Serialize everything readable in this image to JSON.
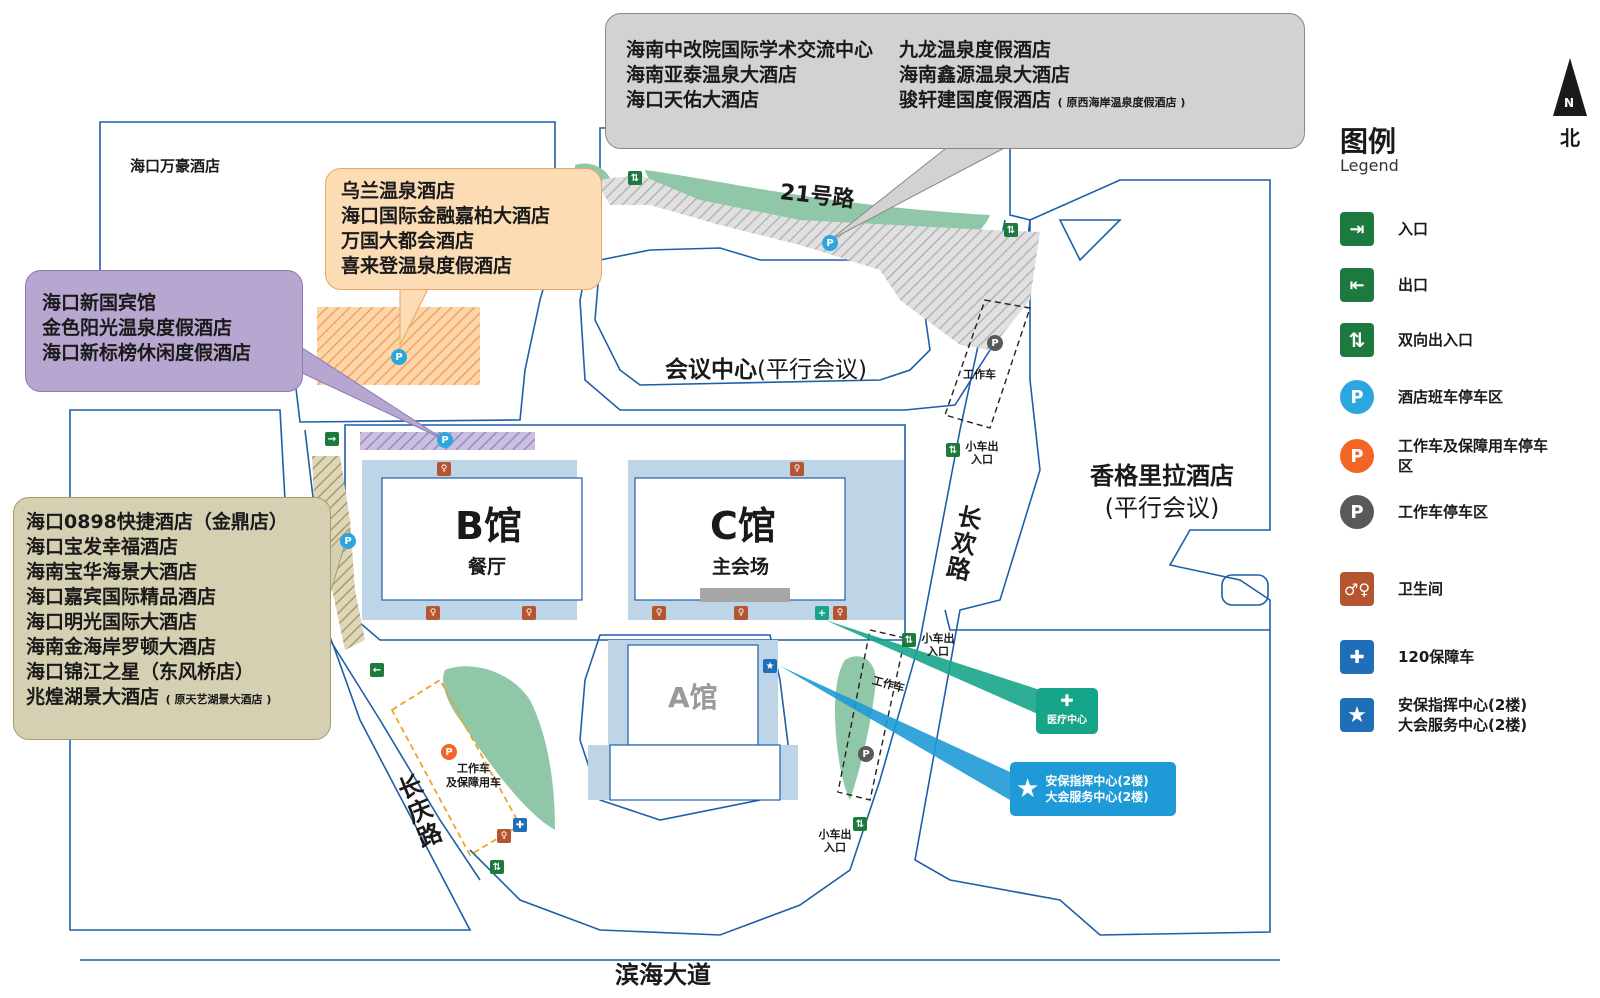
{
  "map": {
    "north": {
      "mark": "N",
      "label": "北"
    },
    "roads": {
      "road21": "21号路",
      "changhuan": "长欢路",
      "changqing": "长庆路",
      "binhai": "滨海大道"
    },
    "buildings": {
      "wanhao": "海口万豪酒店",
      "conference": "会议中心",
      "conference_note": "(平行会议)",
      "shangrila": "香格里拉酒店",
      "shangrila_note": "(平行会议)",
      "hall_b": "B馆",
      "hall_b_sub": "餐厅",
      "hall_c": "C馆",
      "hall_c_sub": "主会场",
      "hall_a": "A馆"
    },
    "annotations": {
      "work_car_north": "工作车",
      "work_car_east": "工作车",
      "small_car_entry_1": "小车出入口",
      "small_car_entry_2": "小车出入口",
      "small_car_entry_3": "小车出入口",
      "work_support_lot": "工作车及保障用车",
      "work_support_line1": "工作车",
      "work_support_line2": "及保障用车",
      "medical_center": "医疗中心",
      "security_center": "安保指挥中心(2楼)",
      "service_center": "大会服务中心(2楼)"
    },
    "callouts": {
      "gray": {
        "col1": [
          "海南中改院国际学术交流中心",
          "海南亚泰温泉大酒店",
          "海口天佑大酒店"
        ],
        "col2": [
          "九龙温泉度假酒店",
          "海南鑫源温泉大酒店",
          "骏轩建国度假酒店"
        ],
        "col2_note": "( 原西海岸温泉度假酒店 )"
      },
      "orange": [
        "乌兰温泉酒店",
        "海口国际金融嘉柏大酒店",
        "万国大都会酒店",
        "喜来登温泉度假酒店"
      ],
      "purple": [
        "海口新国宾馆",
        "金色阳光温泉度假酒店",
        "海口新标榜休闲度假酒店"
      ],
      "khaki": {
        "lines": [
          "海口0898快捷酒店（金鼎店）",
          "海口宝发幸福酒店",
          "海南宝华海景大酒店",
          "海口嘉宾国际精品酒店",
          "海口明光国际大酒店",
          "海南金海岸罗顿大酒店",
          "海口锦江之星（东风桥店）",
          "兆煌湖景大酒店"
        ],
        "last_note": "( 原天艺湖景大酒店 )"
      }
    }
  },
  "legend": {
    "title": "图例",
    "subtitle": "Legend",
    "items": [
      {
        "icon": "entrance-icon",
        "label": "入口",
        "color": "#1d7a3e"
      },
      {
        "icon": "exit-icon",
        "label": "出口",
        "color": "#1d7a3e"
      },
      {
        "icon": "two-way-icon",
        "label": "双向出入口",
        "color": "#1d7a3e"
      },
      {
        "icon": "hotel-shuttle-parking-icon",
        "label": "酒店班车停车区",
        "color": "#2ba6de"
      },
      {
        "icon": "work-support-parking-icon",
        "label": "工作车及保障用车停车区",
        "color": "#f26522"
      },
      {
        "icon": "work-parking-icon",
        "label": "工作车停车区",
        "color": "#58595b"
      },
      {
        "icon": "restroom-icon",
        "label": "卫生间",
        "color": "#b5552f"
      },
      {
        "icon": "ambulance-icon",
        "label": "120保障车",
        "color": "#1e6fb8"
      },
      {
        "icon": "star-icon",
        "label": "安保指挥中心(2楼)大会服务中心(2楼)",
        "line1": "安保指挥中心(2楼)",
        "line2": "大会服务中心(2楼)",
        "color": "#1e6fb8"
      }
    ],
    "parking_glyph": "P"
  },
  "colors": {
    "outline": "#1f5fa8",
    "green_space": "#8fc7a8",
    "gray_callout": "#d2d2d2",
    "orange_callout": "#fbdcb4",
    "purple_callout": "#b7a6cf",
    "khaki_callout": "#d6d0b2",
    "medical": "#17a589",
    "security": "#1e9ad6"
  }
}
